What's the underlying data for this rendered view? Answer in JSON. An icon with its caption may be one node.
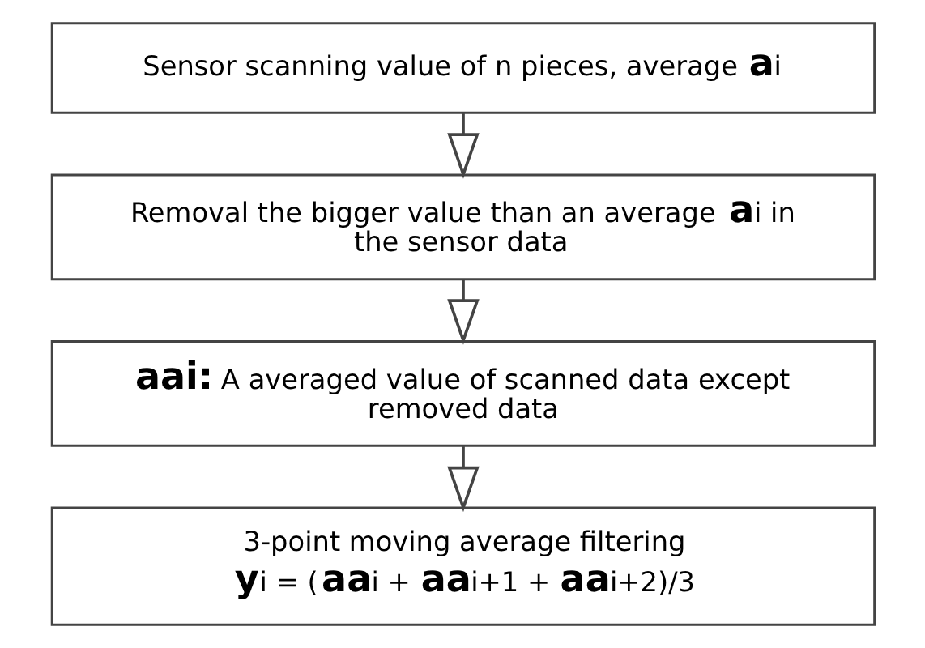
{
  "diagram": {
    "nodes": [
      {
        "text": [
          "Sensor scanning value of n pieces, average **a**i"
        ]
      },
      {
        "text": [
          "Removal the bigger value than an average **a**i in the sensor data"
        ]
      },
      {
        "text": [
          "**aai:** A averaged value of scanned data except removed data"
        ]
      },
      {
        "text": [
          "3-point moving average filtering",
          "**y**i = (**aa**i + **aa**i+1 + **aa**i+2)/3"
        ]
      }
    ],
    "edges": [
      {
        "from": 0,
        "to": 1,
        "arrow": "to"
      },
      {
        "from": 1,
        "to": 2,
        "arrow": "to"
      },
      {
        "from": 2,
        "to": 3,
        "arrow": "to"
      }
    ]
  }
}
